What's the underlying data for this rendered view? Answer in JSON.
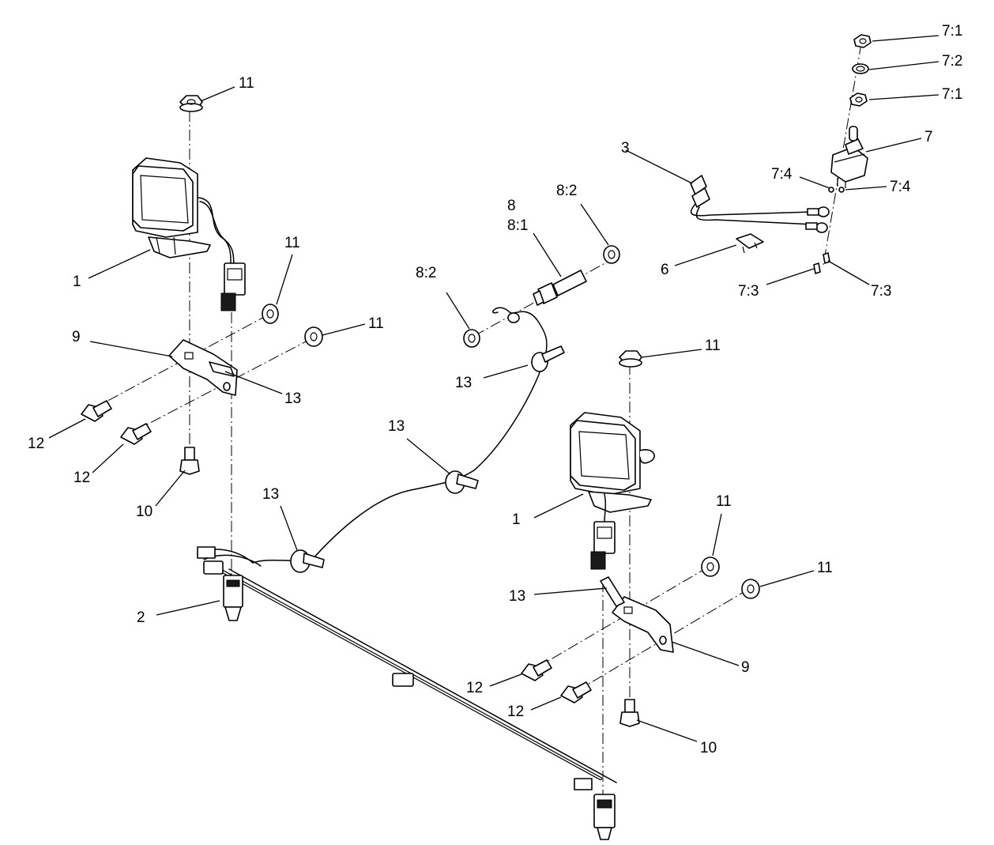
{
  "callouts": {
    "c11_top_left": "11",
    "c11_mid_left_a": "11",
    "c11_mid_left_b": "11",
    "c11_mid_right": "11",
    "c11_low_right_a": "11",
    "c11_low_right_b": "11",
    "c1_left": "1",
    "c1_right": "1",
    "c9_left": "9",
    "c9_right": "9",
    "c13_left_bracket": "13",
    "c13_harness_upper": "13",
    "c13_harness_mid": "13",
    "c13_harness_low": "13",
    "c13_right_bracket": "13",
    "c12_left_a": "12",
    "c12_left_b": "12",
    "c12_right_a": "12",
    "c12_right_b": "12",
    "c10_left": "10",
    "c10_right": "10",
    "c2": "2",
    "c3": "3",
    "c6": "6",
    "c7": "7",
    "c7_1_top": "7:1",
    "c7_2": "7:2",
    "c7_1_mid": "7:1",
    "c7_4_left": "7:4",
    "c7_4_right": "7:4",
    "c7_3_left": "7:3",
    "c7_3_right": "7:3",
    "c8": "8",
    "c8_1": "8:1",
    "c8_2_left": "8:2",
    "c8_2_right": "8:2"
  }
}
